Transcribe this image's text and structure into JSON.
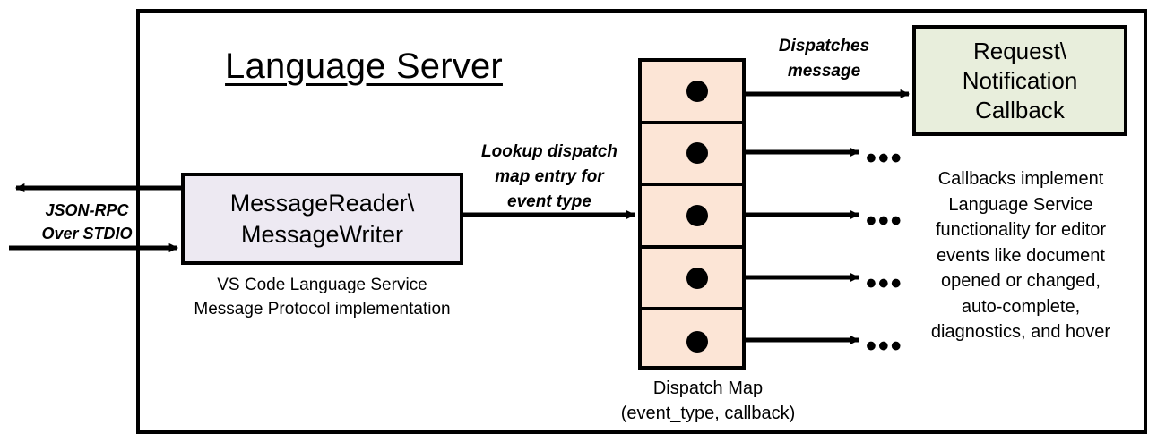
{
  "diagram": {
    "title": "Language Server",
    "external_channel": {
      "label_line1": "JSON-RPC",
      "label_line2": "Over STDIO"
    },
    "reader_writer_box": {
      "line1": "MessageReader\\",
      "line2": "MessageWriter",
      "caption_line1": "VS Code Language Service",
      "caption_line2": "Message Protocol implementation",
      "fill": "#EDE9F2"
    },
    "lookup_arrow": {
      "line1": "Lookup dispatch",
      "line2": "map entry for",
      "line3": "event type"
    },
    "dispatch_map": {
      "caption_line1": "Dispatch Map",
      "caption_line2": "(event_type, callback)",
      "fill": "#FCE5D6",
      "rows": [
        {
          "id": "row-1",
          "marker": "dot",
          "out": "callback-box"
        },
        {
          "id": "row-2",
          "marker": "dot",
          "out": "ellipsis"
        },
        {
          "id": "row-3",
          "marker": "dot",
          "out": "ellipsis"
        },
        {
          "id": "row-4",
          "marker": "dot",
          "out": "ellipsis"
        },
        {
          "id": "row-5",
          "marker": "dot",
          "out": "ellipsis"
        }
      ],
      "ellipsis": "•••"
    },
    "dispatch_arrow": {
      "line1": "Dispatches",
      "line2": "message"
    },
    "callback_box": {
      "line1": "Request\\",
      "line2": "Notification",
      "line3": "Callback",
      "fill": "#E8EEDC",
      "caption_line1": "Callbacks implement",
      "caption_line2": "Language Service",
      "caption_line3": "functionality for editor",
      "caption_line4": "events like document",
      "caption_line5": "opened or changed,",
      "caption_line6": "auto-complete,",
      "caption_line7": "diagnostics, and hover"
    },
    "stroke_color": "#000000"
  }
}
